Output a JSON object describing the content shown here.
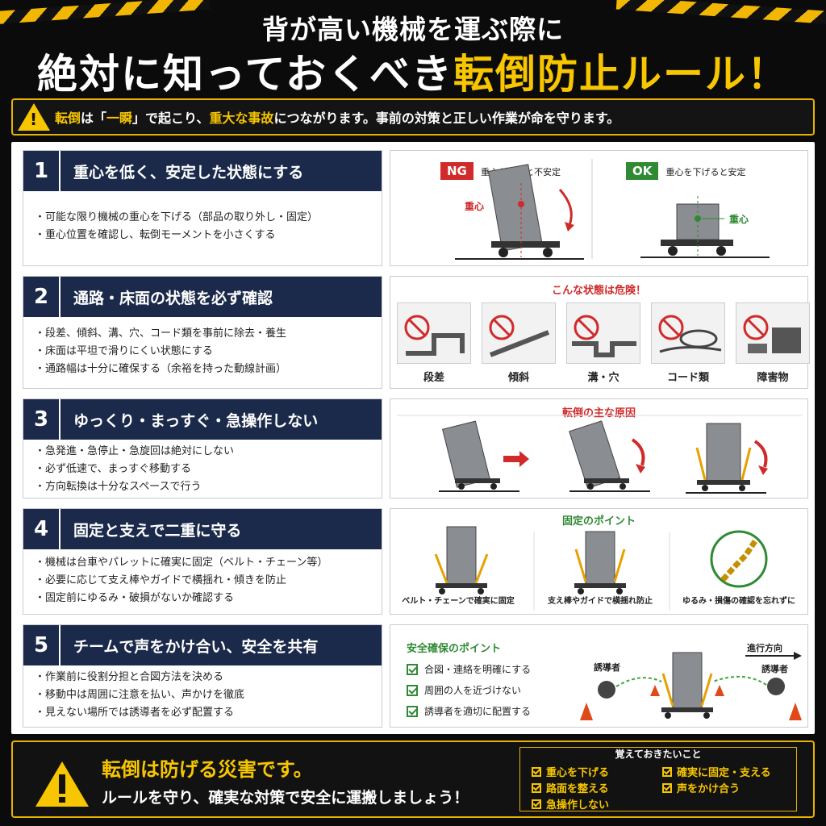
{
  "header": {
    "title_line1": "背が高い機械を運ぶ際に",
    "title_line2_prefix": "絶対に知っておくべき",
    "title_line2_highlight": "転倒防止ルール！"
  },
  "warning": {
    "icon": "warning-triangle-icon",
    "t1": "転倒",
    "t2": "は「",
    "t3": "一瞬",
    "t4": "」で起こり、",
    "t5": "重大な事故",
    "t6": "につながります。事前の対策と正しい作業が命を守ります。"
  },
  "sections": [
    {
      "number": "1",
      "heading": "重心を低く、安定した状態にする",
      "bullets": [
        "・可能な限り機械の重心を下げる（部品の取り外し・固定）",
        "・重心位置を確認し、転倒モーメントを小さくする"
      ],
      "figure": {
        "ng_tag": "NG",
        "ng_text": "重心が高いと不安定",
        "ok_tag": "OK",
        "ok_text": "重心を下げると安定",
        "cog_label": "重心"
      }
    },
    {
      "number": "2",
      "heading": "通路・床面の状態を必ず確認",
      "bullets": [
        "・段差、傾斜、溝、穴、コード類を事前に除去・養生",
        "・床面は平坦で滑りにくい状態にする",
        "・通路幅は十分に確保する（余裕を持った動線計画）"
      ],
      "figure": {
        "title": "こんな状態は危険！",
        "hazards": [
          "段差",
          "傾斜",
          "溝・穴",
          "コード類",
          "障害物"
        ]
      }
    },
    {
      "number": "3",
      "heading": "ゆっくり・まっすぐ・急操作しない",
      "bullets": [
        "・急発進・急停止・急旋回は絶対にしない",
        "・必ず低速で、まっすぐ移動する",
        "・方向転換は十分なスペースで行う"
      ],
      "figure": {
        "title": "転倒の主な原因"
      }
    },
    {
      "number": "4",
      "heading": "固定と支えで二重に守る",
      "bullets": [
        "・機械は台車やパレットに確実に固定（ベルト・チェーン等）",
        "・必要に応じて支え棒やガイドで横揺れ・傾きを防止",
        "・固定前にゆるみ・破損がないか確認する"
      ],
      "figure": {
        "title": "固定のポイント",
        "captions": [
          "ベルト・チェーンで確実に固定",
          "支え棒やガイドで横揺れ防止",
          "ゆるみ・損傷の確認を忘れずに"
        ]
      }
    },
    {
      "number": "5",
      "heading": "チームで声をかけ合い、安全を共有",
      "bullets": [
        "・作業前に役割分担と合図方法を決める",
        "・移動中は周囲に注意を払い、声かけを徹底",
        "・見えない場所では誘導者を必ず配置する"
      ],
      "figure": {
        "title": "安全確保のポイント",
        "checks": [
          "合図・連絡を明確にする",
          "周囲の人を近づけない",
          "誘導者を適切に配置する"
        ],
        "guide_left": "誘導者",
        "guide_right": "誘導者",
        "direction": "進行方向"
      }
    }
  ],
  "footer": {
    "title": "転倒は防げる災害です。",
    "subtitle": "ルールを守り、確実な対策で安全に運搬しましょう！",
    "remember_title": "覚えておきたいこと",
    "remember_items": [
      "重心を下げる",
      "確実に固定・支える",
      "路面を整える",
      "声をかけ合う",
      "急操作しない"
    ]
  },
  "colors": {
    "accent_yellow": "#f7c600",
    "navy": "#1b2a4a",
    "danger_red": "#d12a2a",
    "ok_green": "#2f8a33"
  }
}
